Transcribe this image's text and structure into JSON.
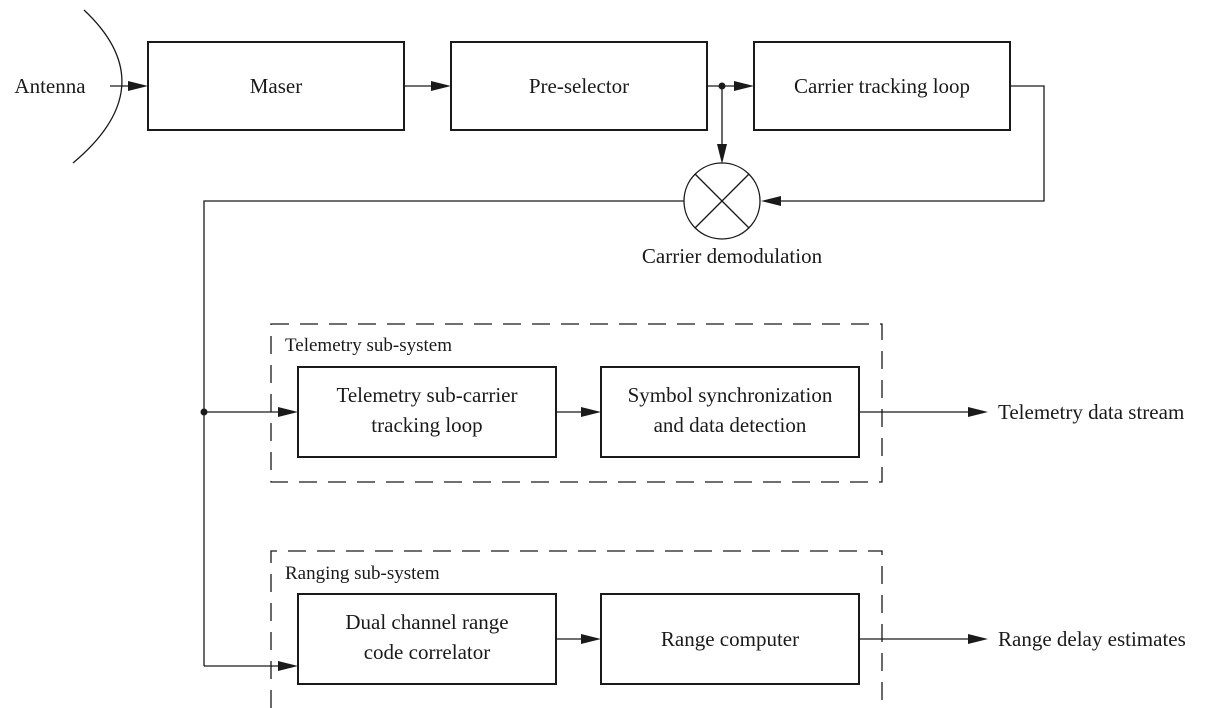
{
  "antenna": {
    "label": "Antenna"
  },
  "blocks": {
    "maser": "Maser",
    "preselector": "Pre-selector",
    "carrier_loop": "Carrier tracking loop",
    "telemetry_loop": [
      "Telemetry sub-carrier",
      "tracking loop"
    ],
    "symbol_sync": [
      "Symbol synchronization",
      "and data detection"
    ],
    "range_correlator": [
      "Dual channel range",
      "code correlator"
    ],
    "range_computer": "Range computer"
  },
  "mixer": {
    "label": "Carrier demodulation"
  },
  "subsystems": {
    "telemetry": "Telemetry sub-system",
    "ranging": "Ranging sub-system"
  },
  "outputs": {
    "telemetry": "Telemetry data stream",
    "range": "Range delay estimates"
  }
}
